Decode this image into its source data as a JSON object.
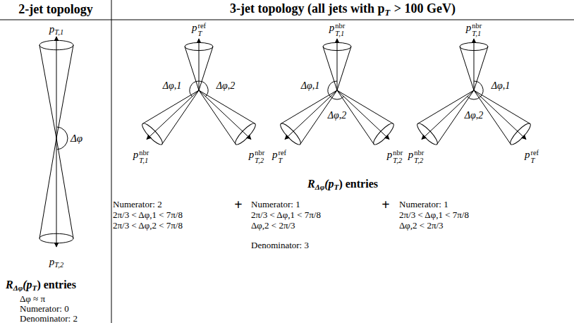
{
  "diagram": {
    "labels": [
      "2-jet topology",
      "3-jet topology (all jets with p",
      "T",
      "> 100 GeV)",
      "p",
      "T,1",
      "Δφ",
      "p",
      "T,2",
      "R",
      "Δφ",
      "(p",
      "T",
      ") entries",
      "Δφ ≈ π",
      "Numerator: 0",
      "Denominator: 2",
      "p",
      "T",
      "ref",
      "Δφ,1",
      "Δφ,2",
      "p",
      "T,1",
      "nbr",
      "p",
      "T,2",
      "nbr",
      "p",
      "T,1",
      "nbr",
      "Δφ,1",
      "Δφ,2",
      "p",
      "T",
      "ref",
      "p",
      "T,2",
      "nbr",
      "p",
      "T,1",
      "nbr",
      "Δφ,1",
      "Δφ,2",
      "p",
      "T,2",
      "nbr",
      "p",
      "T",
      "ref",
      "R",
      "Δφ",
      "(p",
      "T",
      ") entries",
      "Numerator: 2",
      "2π/3 < Δφ,1 < 7π/8",
      "2π/3 < Δφ,2 < 7π/8",
      "+",
      "Numerator: 1",
      "2π/3 < Δφ,1 < 7π/8",
      "Δφ,2 < 2π/3",
      "Denominator: 3",
      "+",
      "Numerator: 1",
      "2π/3 < Δφ,1 < 7π/8",
      "Δφ,2 < 2π/3"
    ]
  }
}
